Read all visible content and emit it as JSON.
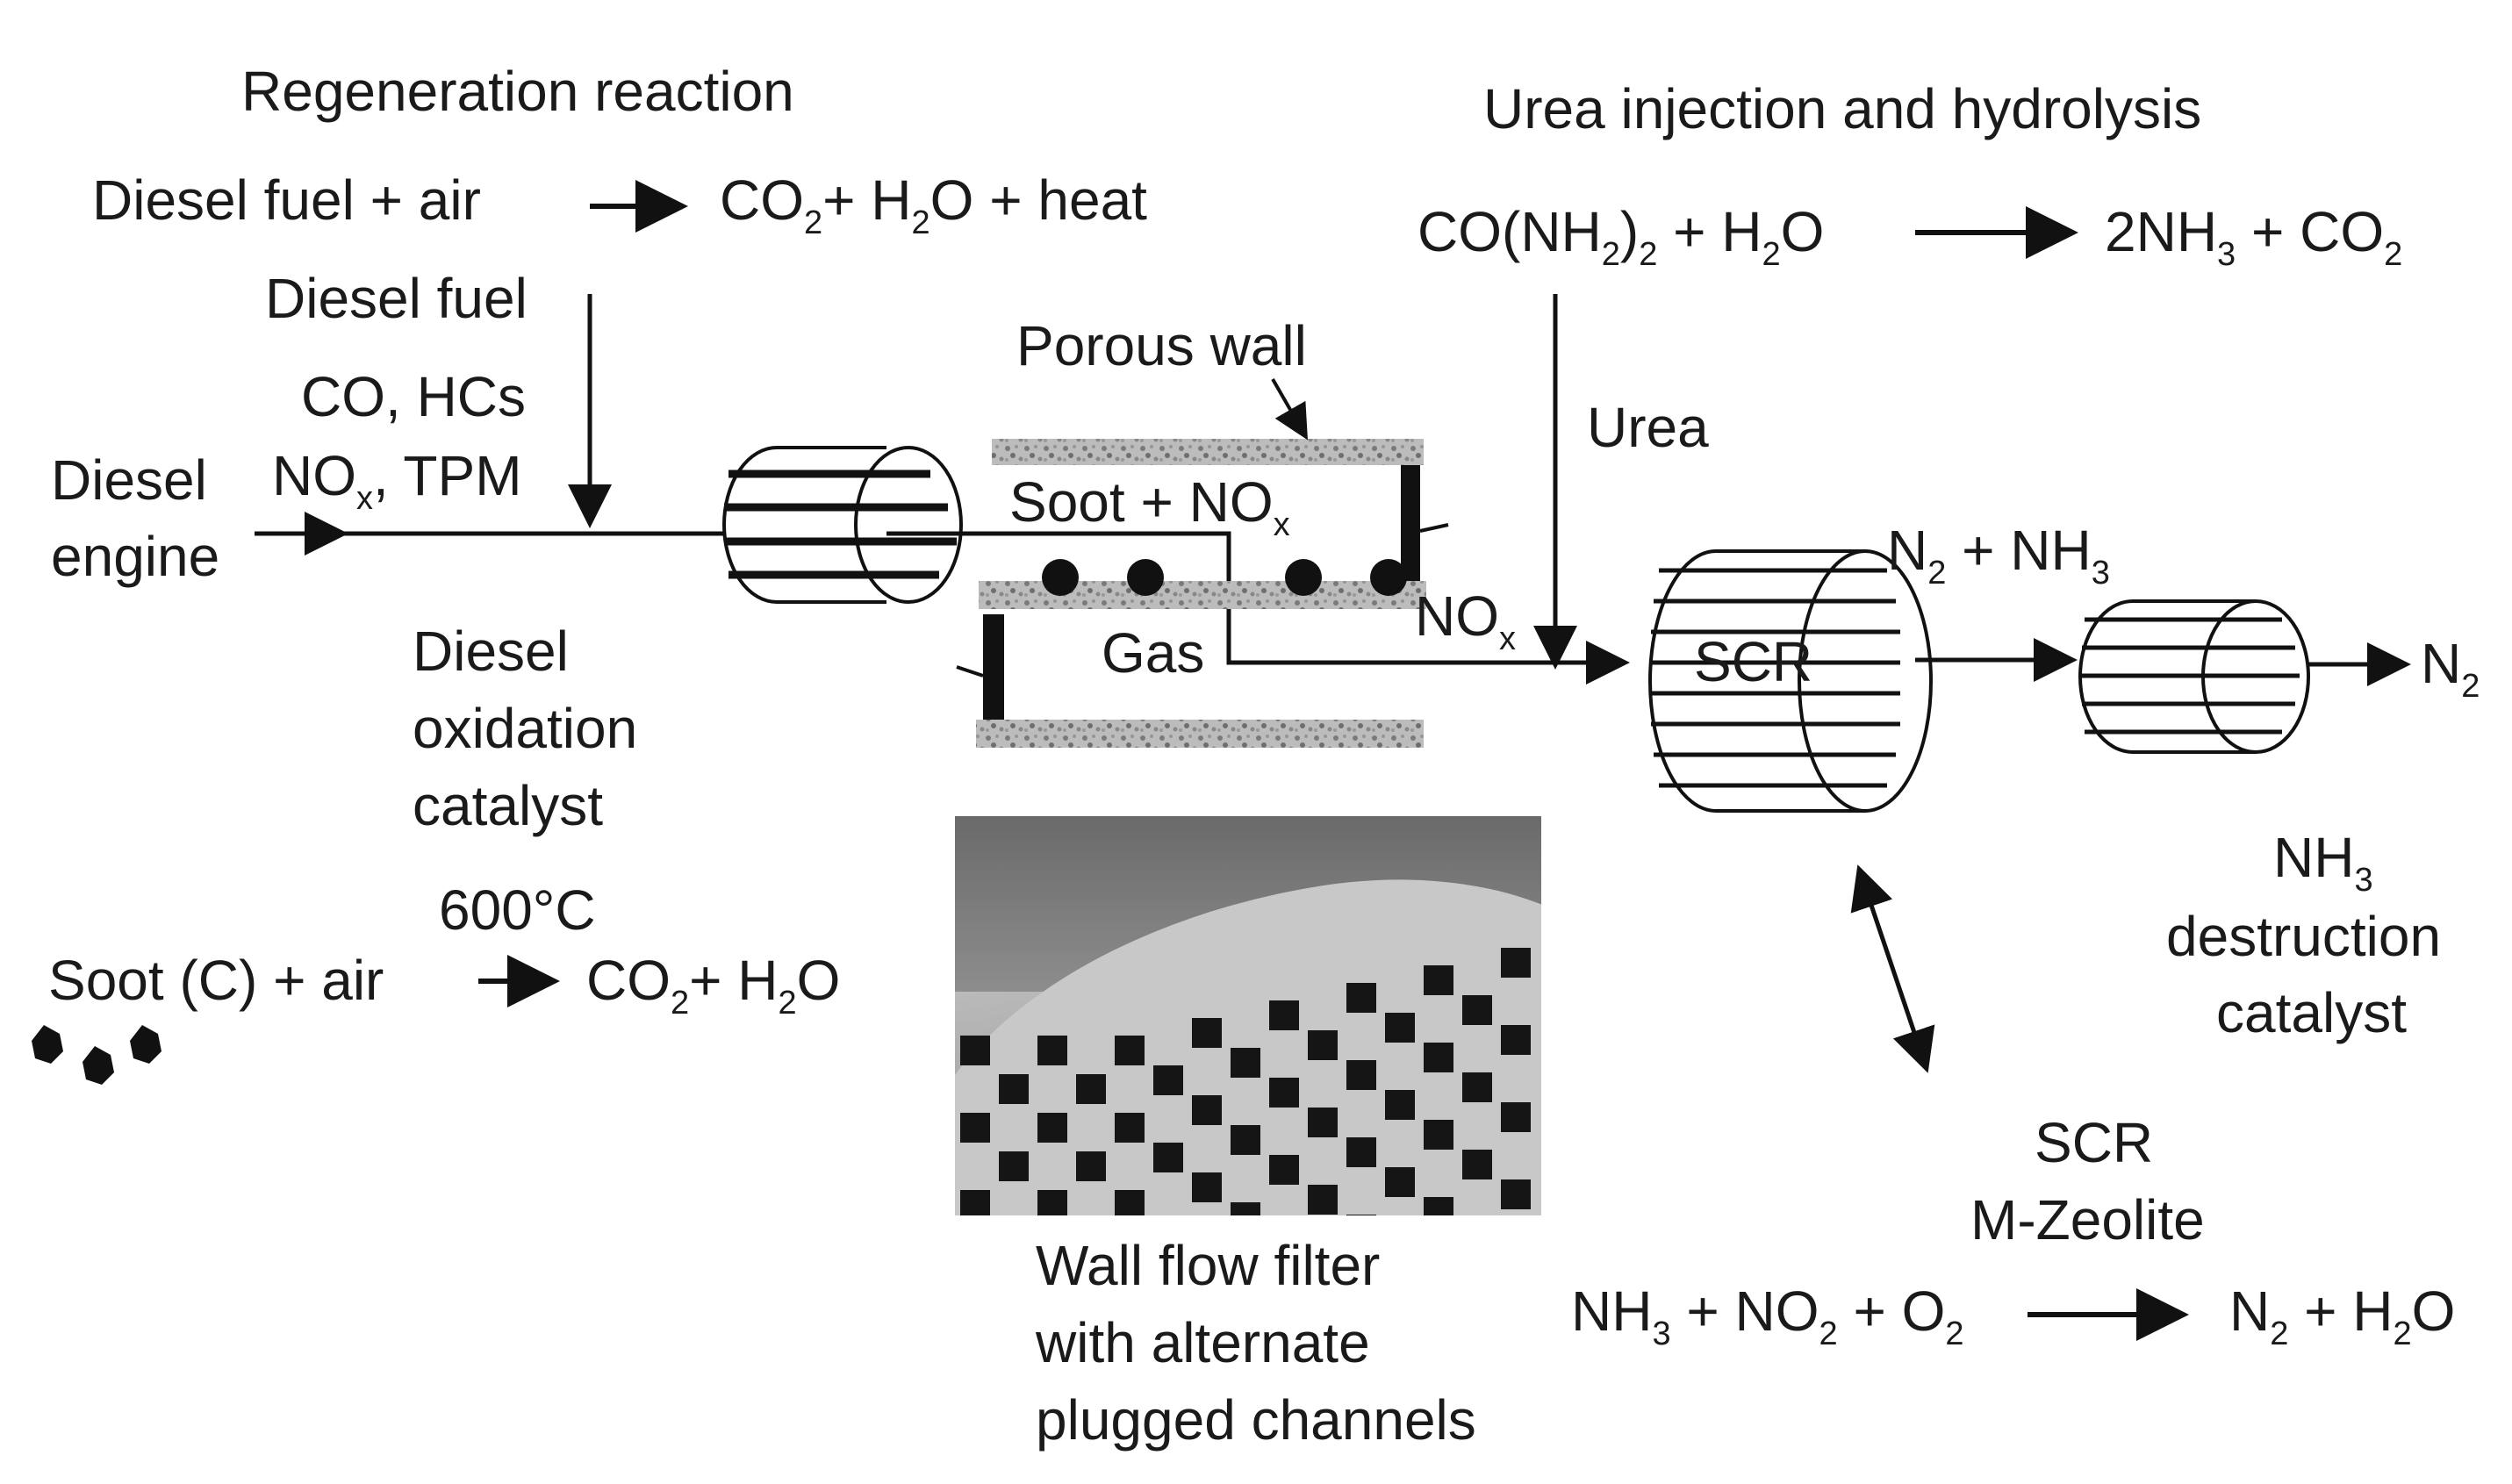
{
  "regeneration": {
    "title": "Regeneration reaction",
    "reaction": {
      "lhs": "Diesel fuel + air",
      "p1": "CO",
      "s1": "2",
      "p2": "+ H",
      "s2": "2",
      "p3": "O + heat"
    }
  },
  "urea_section": {
    "title": "Urea injection and hydrolysis",
    "reaction": {
      "r1": "CO(NH",
      "r1s": "2",
      "r2": ")",
      "r2s": "2",
      "r3": " + H",
      "r3s": "2",
      "r4": "O",
      "p1": "2NH",
      "p1s": "3",
      "p2": " + CO",
      "p2s": "2"
    }
  },
  "inlet": {
    "fuel_label": "Diesel fuel",
    "engine_line1": "Diesel",
    "engine_line2": "engine",
    "gas_line1": "CO, HCs",
    "gas_line2_a": "NO",
    "gas_line2_s": "x",
    "gas_line2_b": ", TPM"
  },
  "doc": {
    "line1": "Diesel",
    "line2": "oxidation",
    "line3": "catalyst"
  },
  "filter": {
    "porous_wall": "Porous wall",
    "soot_a": "Soot + NO",
    "soot_s": "x",
    "gas": "Gas",
    "nox_a": "NO",
    "nox_s": "x"
  },
  "urea_label": "Urea",
  "scr": {
    "label": "SCR",
    "outlet_a": "N",
    "outlet_s1": "2",
    "outlet_b": " + NH",
    "outlet_s2": "3",
    "final_a": "N",
    "final_s": "2"
  },
  "nh3_catalyst": {
    "l1a": "NH",
    "l1s": "3",
    "line2": "destruction",
    "line3": "catalyst"
  },
  "soot_burn": {
    "temp": "600°C",
    "lhs": "Soot (C) + air",
    "p1": "CO",
    "s1": "2",
    "p2": "+ H",
    "s2": "2",
    "p3": "O"
  },
  "photo_caption": {
    "line1": "Wall flow filter",
    "line2": "with alternate",
    "line3": "plugged channels"
  },
  "zeolite": {
    "line1": "SCR",
    "line2": "M-Zeolite",
    "r1": "NH",
    "r1s": "3",
    "r2": " + NO",
    "r2s": "2",
    "r3": " + O",
    "r3s": "2",
    "p1": "N",
    "p1s": "2",
    "p2": " + H",
    "p2s": "2",
    "p3": "O"
  }
}
